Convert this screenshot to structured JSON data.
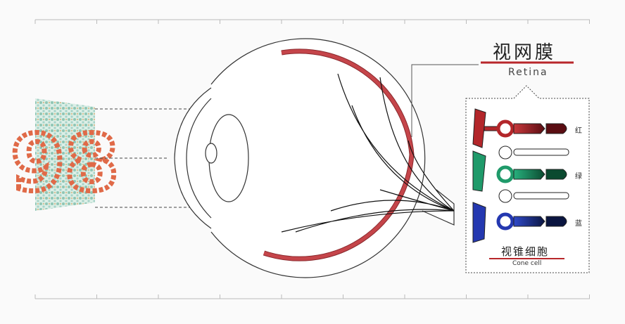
{
  "retina": {
    "title_cn": "视网膜",
    "title_en": "Retina"
  },
  "cone": {
    "title_cn": "视锥细胞",
    "title_en": "Cone cell",
    "labels": [
      "红",
      "绿",
      "蓝"
    ]
  },
  "test_plate_number": "98",
  "colors": {
    "accent": "#b8272b",
    "red": "#b3262a",
    "green": "#1f9a6a",
    "blue": "#2438b0",
    "retina": "#c5454a"
  }
}
